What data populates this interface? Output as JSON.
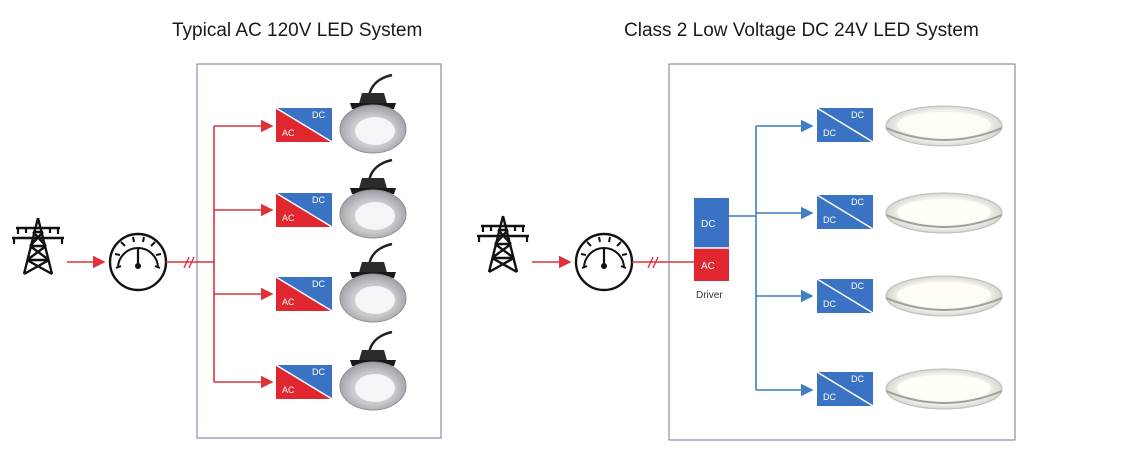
{
  "left_system": {
    "title": "Typical AC 120V LED System",
    "converter_top_label": "DC",
    "converter_bottom_label": "AC",
    "converter_count": 4,
    "fixture_icon": "recessed-downlight-icon"
  },
  "right_system": {
    "title": "Class 2 Low Voltage DC 24V LED System",
    "driver_top_label": "DC",
    "driver_bottom_label": "AC",
    "driver_caption": "Driver",
    "converter_top_label": "DC",
    "converter_bottom_label": "DC",
    "converter_count": 4,
    "fixture_icon": "disk-light-icon"
  },
  "icons": {
    "source": "power-tower-icon",
    "meter": "electric-meter-icon"
  },
  "colors": {
    "ac_red": "#e0262e",
    "dc_blue": "#3a73c4",
    "left_wire": "#e0303a",
    "right_wire": "#3f7fc2",
    "frame": "#8a8fb0"
  }
}
